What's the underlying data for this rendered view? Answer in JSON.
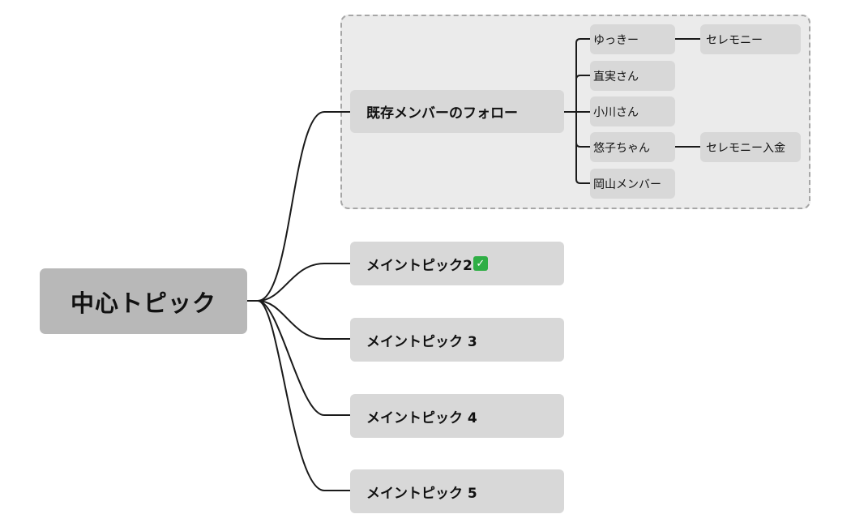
{
  "center": {
    "label": "中心トピック"
  },
  "main_topics": [
    {
      "label": "既存メンバーのフォロー"
    },
    {
      "label": "メイントピック2"
    },
    {
      "label": "メイントピック 3"
    },
    {
      "label": "メイントピック 4"
    },
    {
      "label": "メイントピック 5"
    }
  ],
  "subtopics": [
    {
      "label": "ゆっきー"
    },
    {
      "label": "直実さん"
    },
    {
      "label": "小川さん"
    },
    {
      "label": "悠子ちゃん"
    },
    {
      "label": "岡山メンバー"
    }
  ],
  "leaves": [
    {
      "label": "セレモニー"
    },
    {
      "label": "セレモニー入金"
    }
  ],
  "icons": {
    "main_topic_2_marker": "check-mark-icon"
  },
  "colors": {
    "line": "#1a1a1a",
    "center_fill": "#b8b8b8",
    "node_fill": "#d8d8d8",
    "boundary_fill": "#ebebeb",
    "boundary_border": "#a6a6a6",
    "check": "#2fae45"
  }
}
